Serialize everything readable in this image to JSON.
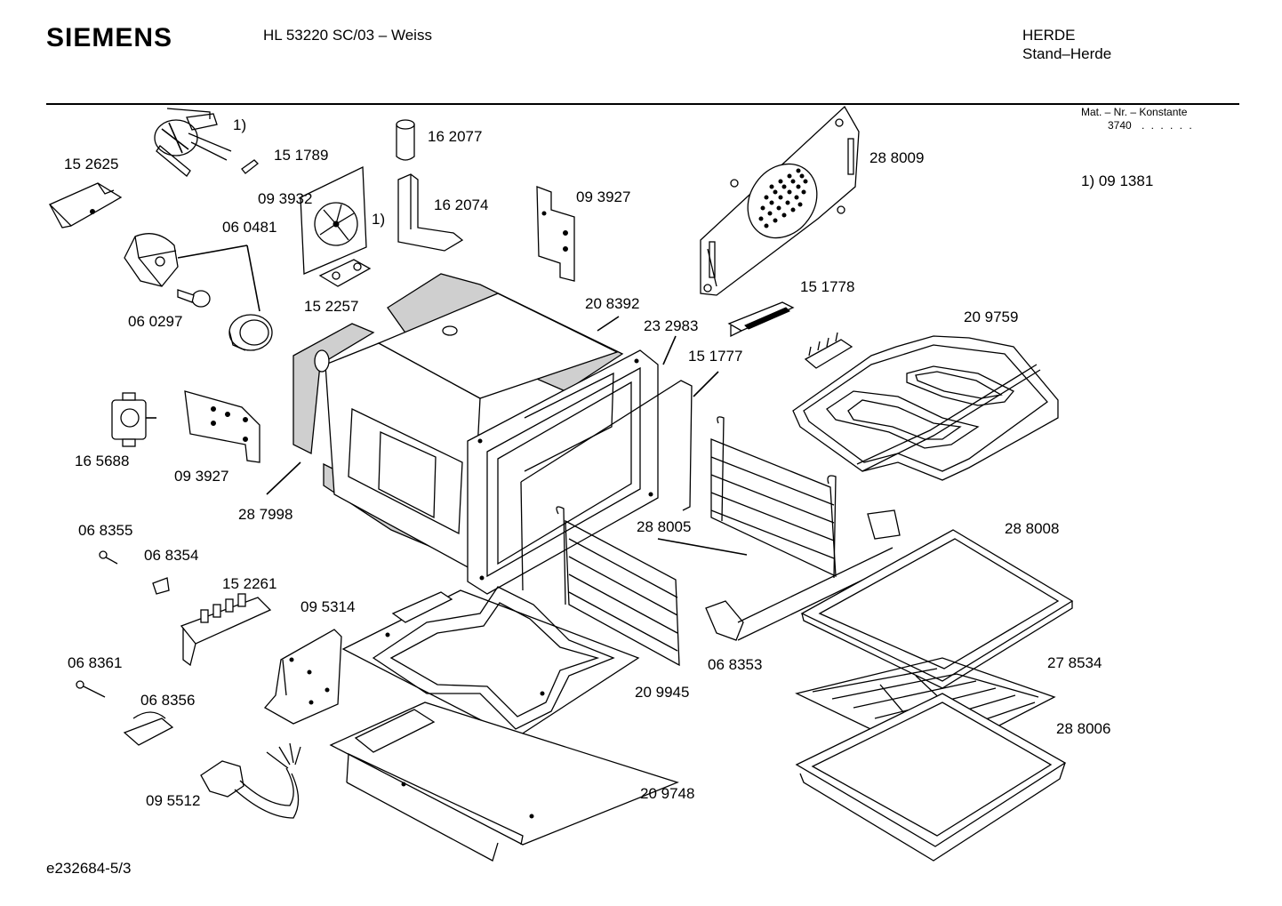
{
  "header": {
    "brand": "SIEMENS",
    "model": "HL 53220 SC/03 – Weiss",
    "category_line1": "HERDE",
    "category_line2": "Stand–Herde"
  },
  "meta": {
    "mat_label": "Mat. – Nr. – Konstante",
    "mat_number": "3740",
    "mat_dots": ". .   . . . .",
    "footnote": "1) 09 1381"
  },
  "footer": {
    "doc_id": "e232684-5/3"
  },
  "parts": [
    {
      "id": "152625",
      "label": "15 2625"
    },
    {
      "id": "fn1a",
      "label": "1)"
    },
    {
      "id": "151789",
      "label": "15 1789"
    },
    {
      "id": "093932",
      "label": "09 3932"
    },
    {
      "id": "fn1b",
      "label": "1)"
    },
    {
      "id": "060481",
      "label": "06 0481"
    },
    {
      "id": "060297",
      "label": "06 0297"
    },
    {
      "id": "162077",
      "label": "16 2077"
    },
    {
      "id": "162074",
      "label": "16 2074"
    },
    {
      "id": "093927a",
      "label": "09 3927"
    },
    {
      "id": "288009",
      "label": "28 8009"
    },
    {
      "id": "152257",
      "label": "15 2257"
    },
    {
      "id": "208392",
      "label": "20 8392"
    },
    {
      "id": "151778",
      "label": "15 1778"
    },
    {
      "id": "232983",
      "label": "23 2983"
    },
    {
      "id": "209759",
      "label": "20 9759"
    },
    {
      "id": "151777",
      "label": "15 1777"
    },
    {
      "id": "165688",
      "label": "16 5688"
    },
    {
      "id": "093927b",
      "label": "09 3927"
    },
    {
      "id": "287998",
      "label": "28 7998"
    },
    {
      "id": "068355",
      "label": "06 8355"
    },
    {
      "id": "068354",
      "label": "06 8354"
    },
    {
      "id": "152261",
      "label": "15 2261"
    },
    {
      "id": "288005",
      "label": "28 8005"
    },
    {
      "id": "288008",
      "label": "28 8008"
    },
    {
      "id": "095314",
      "label": "09 5314"
    },
    {
      "id": "068361",
      "label": "06 8361"
    },
    {
      "id": "068353",
      "label": "06 8353"
    },
    {
      "id": "278534",
      "label": "27 8534"
    },
    {
      "id": "209945",
      "label": "20 9945"
    },
    {
      "id": "068356",
      "label": "06 8356"
    },
    {
      "id": "288006",
      "label": "28 8006"
    },
    {
      "id": "209748",
      "label": "20 9748"
    },
    {
      "id": "095512",
      "label": "09 5512"
    }
  ]
}
